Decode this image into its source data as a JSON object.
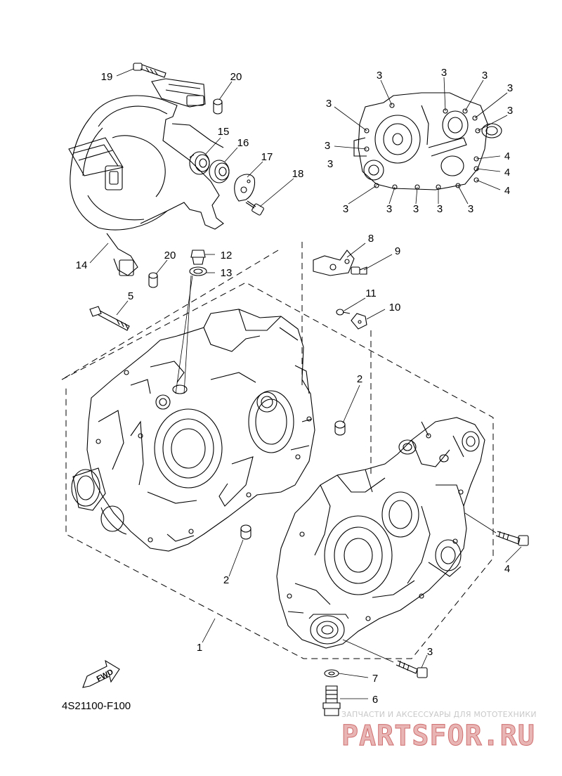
{
  "diagram": {
    "figure_code": "4S21100-F100",
    "fwd_label": "FWD",
    "callouts": {
      "c1": "1",
      "c2a": "2",
      "c2b": "2",
      "c3_main": "3",
      "c3_small": "3",
      "c4_main": "4",
      "c4_small": "4",
      "c5": "5",
      "c6": "6",
      "c7": "7",
      "c8": "8",
      "c9": "9",
      "c10": "10",
      "c11": "11",
      "c12": "12",
      "c13": "13",
      "c14": "14",
      "c15": "15",
      "c16": "16",
      "c17": "17",
      "c18": "18",
      "c19": "19",
      "c20a": "20",
      "c20b": "20"
    },
    "small_view_3_labels": [
      "3",
      "3",
      "3",
      "3",
      "3",
      "3",
      "3",
      "3",
      "3",
      "3",
      "3",
      "3",
      "3"
    ],
    "small_view_4_labels": [
      "4",
      "4",
      "4"
    ]
  },
  "watermark": {
    "subtitle": "ЗАПЧАСТИ И АКСЕССУАРЫ ДЛЯ МОТОТЕХНИКИ",
    "brand": "PARTSFOR.RU"
  }
}
